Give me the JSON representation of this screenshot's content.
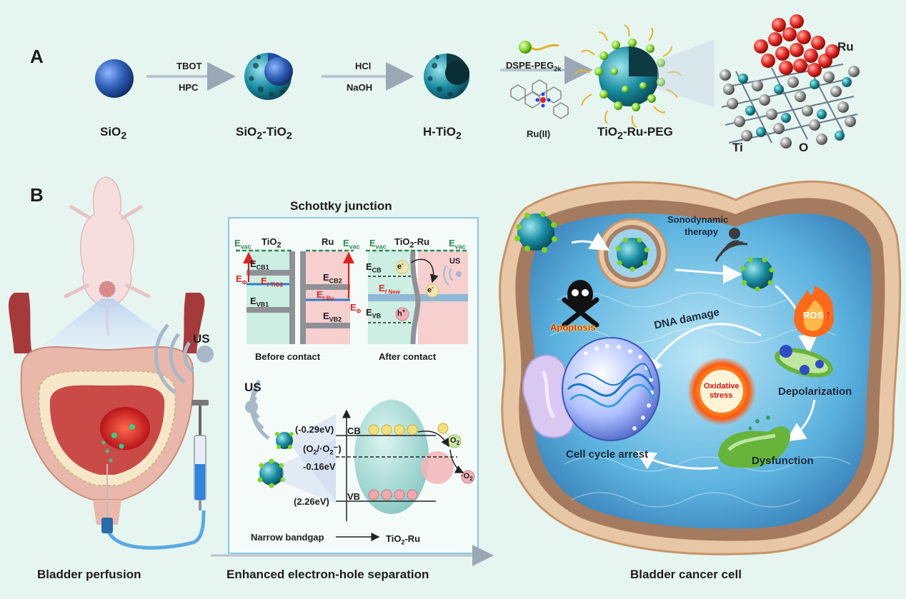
{
  "panel_a": {
    "letter": "A",
    "sio2": "SiO",
    "sio2_sub": "2",
    "step1_top": "TBOT",
    "step1_bottom": "HPC",
    "sio2_tio2_a": "SiO",
    "sio2_tio2_sub1": "2",
    "sio2_tio2_b": "-TiO",
    "sio2_tio2_sub2": "2",
    "step2_top": "HCl",
    "step2_bottom": "NaOH",
    "htio2_a": "H-TiO",
    "htio2_sub": "2",
    "step3_top": "DSPE-PEG",
    "step3_top_sub": "2k",
    "step3_bottom": "Ru(II)",
    "product_a": "TiO",
    "product_sub": "2",
    "product_b": "-Ru-PEG",
    "crystal_ru": "Ru",
    "crystal_ti": "Ti",
    "crystal_o": "O"
  },
  "panel_b": {
    "letter": "B",
    "us_left": "US",
    "bladder_perfusion": "Bladder perfusion",
    "schottky_title": "Schottky junction",
    "tio2_label": "TiO",
    "tio2_label_sub": "2",
    "ru_label": "Ru",
    "tio2ru_label": "TiO",
    "tio2ru_label_sub": "2",
    "tio2ru_label_b": "-Ru",
    "evac": "E",
    "evac_sub": "vac",
    "ecb1": "E",
    "ecb1_sub": "CB1",
    "ef_tio2": "E",
    "ef_tio2_sub": "f TiO2",
    "evb1": "E",
    "evb1_sub": "VB1",
    "ephi": "E",
    "ephi_sub": "Φ",
    "ecb2": "E",
    "ecb2_sub": "CB2",
    "ef_ru": "E",
    "ef_ru_sub": "f Ru",
    "evb2": "E",
    "evb2_sub": "VB2",
    "ecb": "E",
    "ecb_sub": "CB",
    "ef_new": "E",
    "ef_new_sub": "f New",
    "evb": "E",
    "evb_sub": "VB",
    "electron": "e",
    "hole": "h",
    "us_small": "US",
    "before_contact": "Before contact",
    "after_contact": "After contact",
    "us_band": "US",
    "cb_energy": "(-0.29eV)",
    "cb": "CB",
    "redox_couple": "(O",
    "redox_sub": "2",
    "redox_mid": "/·O",
    "redox_sub2": "2",
    "redox_end": "⁻)",
    "redox_energy": "-0.16eV",
    "vb_energy": "(2.26eV)",
    "vb": "VB",
    "o2": "O",
    "o2_sub": "2",
    "o2_radical": "·O",
    "o2_radical_sub": "2",
    "narrow_bandgap": "Narrow bandgap",
    "narrow_product": "TiO",
    "narrow_product_sub": "2",
    "narrow_product_b": "-Ru",
    "enhanced": "Enhanced electron-hole separation",
    "sonodynamic": "Sonodynamic",
    "therapy": "therapy",
    "ros": "ROS",
    "apoptosis": "Apoptosis",
    "dna_damage": "DNA damage",
    "oxidative": "Oxidative",
    "stress": "stress",
    "depolarization": "Depolarization",
    "cell_cycle_arrest": "Cell cycle arrest",
    "dysfunction": "Dysfunction",
    "bladder_cancer_cell": "Bladder cancer cell"
  },
  "colors": {
    "background": "#e6f5f0",
    "tio2_sphere": "#1a8fa3",
    "sio2_sphere": "#2f5fb8",
    "peg_green": "#7ed321",
    "ru_red": "#e0201a",
    "cell_blue": "#4aa3d6",
    "membrane": "#e8b98c",
    "accent_red": "#d22222",
    "evac_green": "#2e8b57"
  }
}
